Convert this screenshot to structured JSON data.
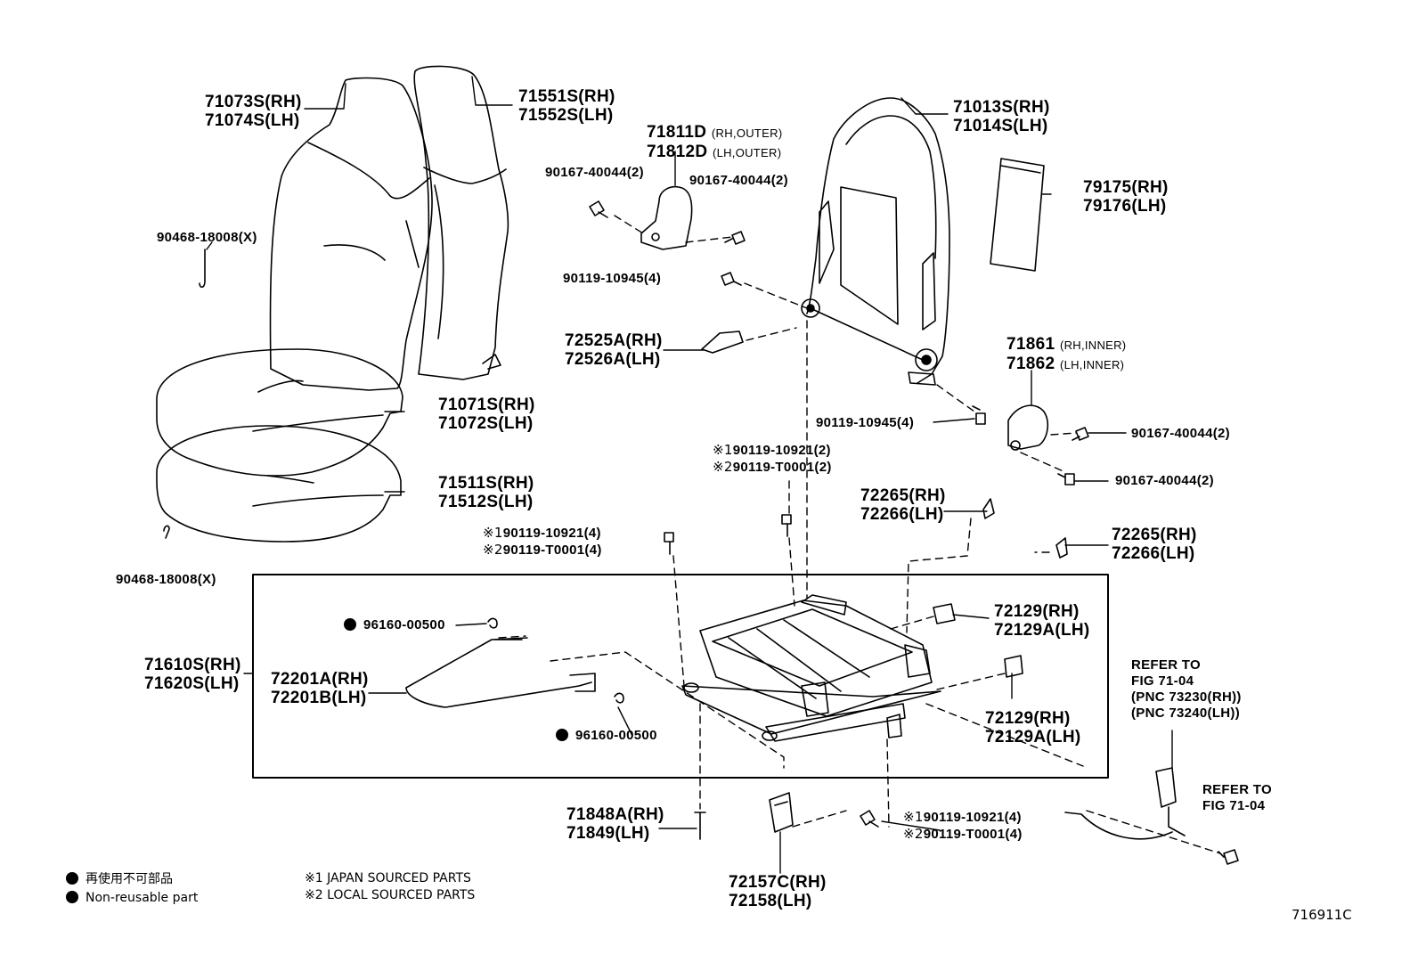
{
  "parts": {
    "headrest_cover": [
      "71073S(RH)",
      "71074S(LH)"
    ],
    "back_pad": [
      "71551S(RH)",
      "71552S(LH)"
    ],
    "back_frame": [
      "71013S(RH)",
      "71014S(LH)"
    ],
    "outer_shield": [
      "71811D",
      "(RH,OUTER)",
      "71812D",
      "(LH,OUTER)"
    ],
    "board": [
      "79175(RH)",
      "79176(LH)"
    ],
    "screw_outer_l": "90167-40044(2)",
    "screw_outer_r": "90167-40044(2)",
    "hog_ring_top": "90468-18008(X)",
    "bolt_frame_top": "90119-10945(4)",
    "lever_cover": [
      "72525A(RH)",
      "72526A(LH)"
    ],
    "inner_shield": [
      "71861",
      "(RH,INNER)",
      "71862",
      "(LH,INNER)"
    ],
    "bolt_frame_bottom": "90119-10945(4)",
    "screw_inner_1": "90167-40044(2)",
    "screw_inner_2": "90167-40044(2)",
    "cushion_cover": [
      "71071S(RH)",
      "71072S(LH)"
    ],
    "cushion_pad": [
      "71511S(RH)",
      "71512S(LH)"
    ],
    "hog_ring_bottom": "90468-18008(X)",
    "bolt_center": [
      "※1",
      "90119-10921(2)",
      "※2",
      "90119-T0001(2)"
    ],
    "bolt_left": [
      "※1",
      "90119-10921(4)",
      "※2",
      "90119-T0001(4)"
    ],
    "bolt_bottom": [
      "※1",
      "90119-10921(4)",
      "※2",
      "90119-T0001(4)"
    ],
    "clip_upper": [
      "72265(RH)",
      "72266(LH)"
    ],
    "clip_right": [
      "72265(RH)",
      "72266(LH)"
    ],
    "cover_upper": [
      "72129(RH)",
      "72129A(LH)"
    ],
    "cover_lower": [
      "72129(RH)",
      "72129A(LH)"
    ],
    "adjuster_assy": [
      "71610S(RH)",
      "71620S(LH)"
    ],
    "handle": [
      "72201A(RH)",
      "72201B(LH)"
    ],
    "ring_upper": "96160-00500",
    "ring_lower": "96160-00500",
    "refer_belt": [
      "REFER TO",
      "FIG 71-04",
      "(PNC 73230(RH))",
      "(PNC 73240(LH))"
    ],
    "refer_bolt": [
      "REFER TO",
      "FIG 71-04"
    ],
    "track_cover": [
      "71848A(RH)",
      "71849(LH)"
    ],
    "rail_cover": [
      "72157C(RH)",
      "72158(LH)"
    ]
  },
  "legend": {
    "jp_text": "再使用不可部品",
    "en_text": "Non-reusable part",
    "note1": "※1 JAPAN SOURCED PARTS",
    "note2": "※2 LOCAL SOURCED PARTS"
  },
  "figure_id": "716911C"
}
